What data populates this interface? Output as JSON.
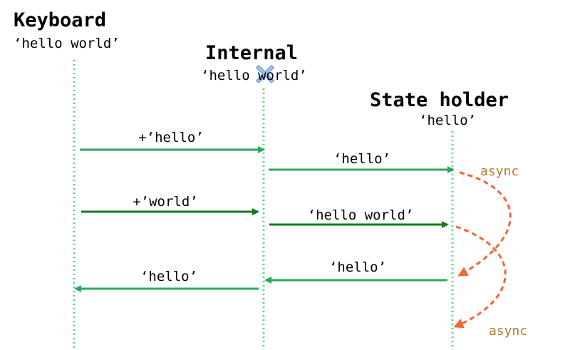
{
  "colors": {
    "lifeline": "#5fd38d",
    "arrow_light": "#2aa860",
    "arrow_dark": "#127a1c",
    "async_arrow": "#f2643a",
    "async_text": "#b07a2c",
    "cross": "#7da6e0"
  },
  "participants": [
    {
      "id": "keyboard",
      "title": "Keyboard",
      "value": "‘hello world’"
    },
    {
      "id": "internal",
      "title": "Internal",
      "value": "‘hello world’"
    },
    {
      "id": "state",
      "title": "State holder",
      "value": "‘hello’"
    }
  ],
  "messages": [
    {
      "from": "keyboard",
      "to": "internal",
      "label": "+‘hello’",
      "style": "light"
    },
    {
      "from": "internal",
      "to": "state",
      "label": "‘hello’",
      "style": "light"
    },
    {
      "from": "keyboard",
      "to": "internal",
      "label": "+’world’",
      "style": "dark"
    },
    {
      "from": "internal",
      "to": "state",
      "label": "‘hello world’",
      "style": "dark"
    },
    {
      "from": "state",
      "to": "internal",
      "label": "‘hello’",
      "style": "light"
    },
    {
      "from": "internal",
      "to": "keyboard",
      "label": "‘hello’",
      "style": "light"
    }
  ],
  "async_labels": [
    "async",
    "async"
  ],
  "cross_icon": "cross-icon"
}
